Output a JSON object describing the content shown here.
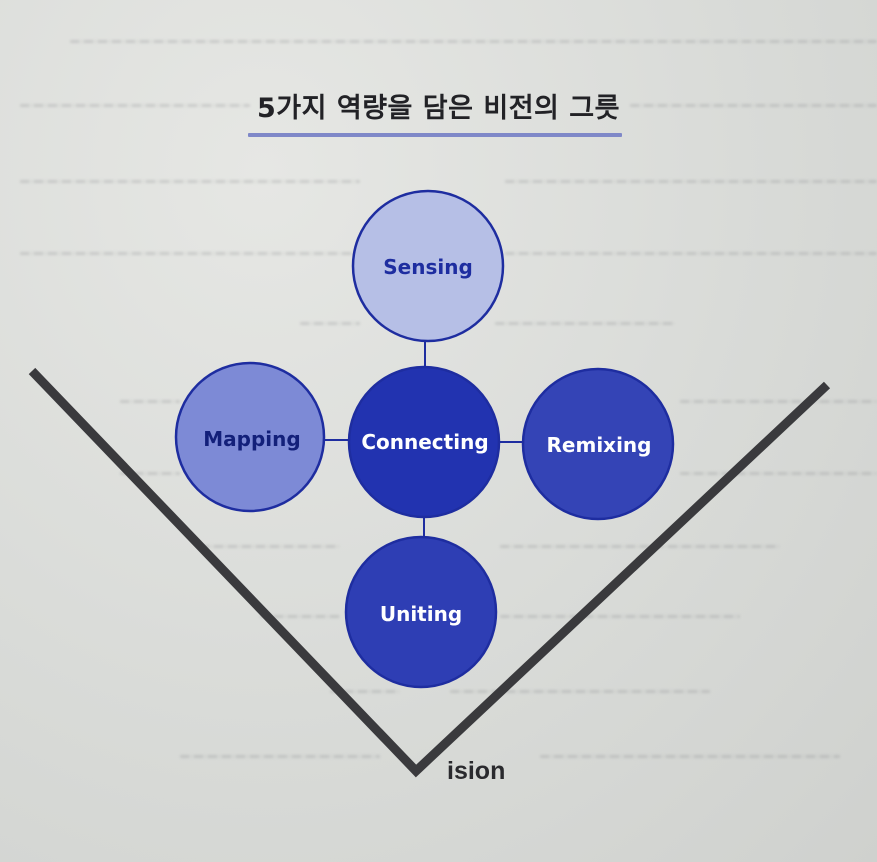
{
  "title": "5가지 역량을 담은 비전의 그릇",
  "bottom_label": "ision",
  "nodes": {
    "sensing": "Sensing",
    "mapping": "Mapping",
    "connecting": "Connecting",
    "remixing": "Remixing",
    "uniting": "Uniting"
  },
  "colors": {
    "outline": "#1e2da0",
    "sensing_fill": "#b6bfe6",
    "mapping_fill": "#7d8ad6",
    "connecting_fill": "#2233b0",
    "remixing_fill": "#3444b6",
    "uniting_fill": "#2e3eb4",
    "v_shape": "#3a3a3d",
    "title_underline": "#7f88c8"
  }
}
